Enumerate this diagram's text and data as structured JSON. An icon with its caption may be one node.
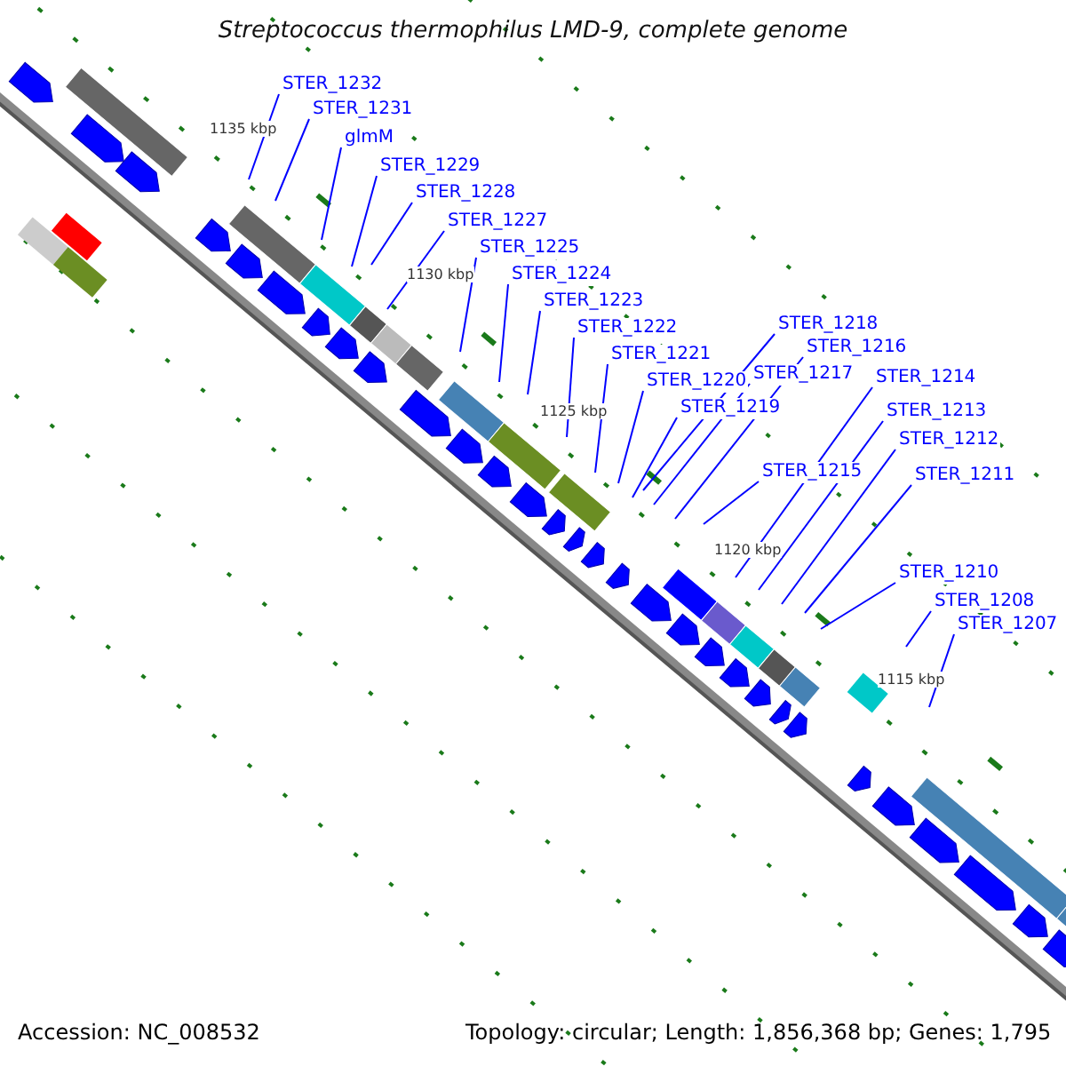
{
  "diagram": {
    "title": "Streptococcus thermophilus LMD-9, complete genome",
    "nodes": [
      {
        "text": [
          "STER_1232"
        ]
      },
      {
        "text": [
          "STER_1231"
        ]
      },
      {
        "text": [
          "glmM"
        ]
      },
      {
        "text": [
          "STER_1229"
        ]
      },
      {
        "text": [
          "STER_1228"
        ]
      },
      {
        "text": [
          "STER_1227"
        ]
      },
      {
        "text": [
          "STER_1225"
        ]
      },
      {
        "text": [
          "STER_1224"
        ]
      },
      {
        "text": [
          "STER_1223"
        ]
      },
      {
        "text": [
          "STER_1218"
        ]
      },
      {
        "text": [
          "STER_1222"
        ]
      },
      {
        "text": [
          "STER_1216"
        ]
      },
      {
        "text": [
          "STER_1221"
        ]
      },
      {
        "text": [
          "STER_1217"
        ]
      },
      {
        "text": [
          "STER_1214"
        ]
      },
      {
        "text": [
          "STER_1220"
        ]
      },
      {
        "text": [
          "STER_1219"
        ]
      },
      {
        "text": [
          "STER_1213"
        ]
      },
      {
        "text": [
          "STER_1212"
        ]
      },
      {
        "text": [
          "STER_1215"
        ]
      },
      {
        "text": [
          "STER_1211"
        ]
      },
      {
        "text": [
          "STER_1210"
        ]
      },
      {
        "text": [
          "STER_1208"
        ]
      },
      {
        "text": [
          "STER_1207"
        ]
      }
    ],
    "edges": [
      {
        "from": 0,
        "to": null,
        "arrow": "none"
      },
      {
        "from": 1,
        "to": null,
        "arrow": "none"
      },
      {
        "from": 2,
        "to": null,
        "arrow": "none"
      },
      {
        "from": 3,
        "to": null,
        "arrow": "none"
      },
      {
        "from": 4,
        "to": null,
        "arrow": "none"
      },
      {
        "from": 5,
        "to": null,
        "arrow": "none"
      },
      {
        "from": 6,
        "to": null,
        "arrow": "none"
      },
      {
        "from": 7,
        "to": null,
        "arrow": "none"
      },
      {
        "from": 8,
        "to": null,
        "arrow": "none"
      },
      {
        "from": 9,
        "to": null,
        "arrow": "none"
      },
      {
        "from": 10,
        "to": null,
        "arrow": "none"
      },
      {
        "from": 11,
        "to": null,
        "arrow": "none"
      },
      {
        "from": 12,
        "to": null,
        "arrow": "none"
      },
      {
        "from": 13,
        "to": null,
        "arrow": "none"
      },
      {
        "from": 14,
        "to": null,
        "arrow": "none"
      },
      {
        "from": 15,
        "to": null,
        "arrow": "none"
      },
      {
        "from": 16,
        "to": null,
        "arrow": "none"
      },
      {
        "from": 17,
        "to": null,
        "arrow": "none"
      },
      {
        "from": 18,
        "to": null,
        "arrow": "none"
      },
      {
        "from": 19,
        "to": null,
        "arrow": "none"
      },
      {
        "from": 20,
        "to": null,
        "arrow": "none"
      },
      {
        "from": 21,
        "to": null,
        "arrow": "none"
      },
      {
        "from": 22,
        "to": null,
        "arrow": "none"
      },
      {
        "from": 23,
        "to": null,
        "arrow": "none"
      }
    ],
    "labels": [
      "1135 kbp",
      "1130 kbp",
      "1125 kbp",
      "1120 kbp",
      "1115 kbp",
      "Accession: NC_008532",
      "Topology: circular; Length: 1,856,368 bp; Genes: 1,795"
    ]
  }
}
